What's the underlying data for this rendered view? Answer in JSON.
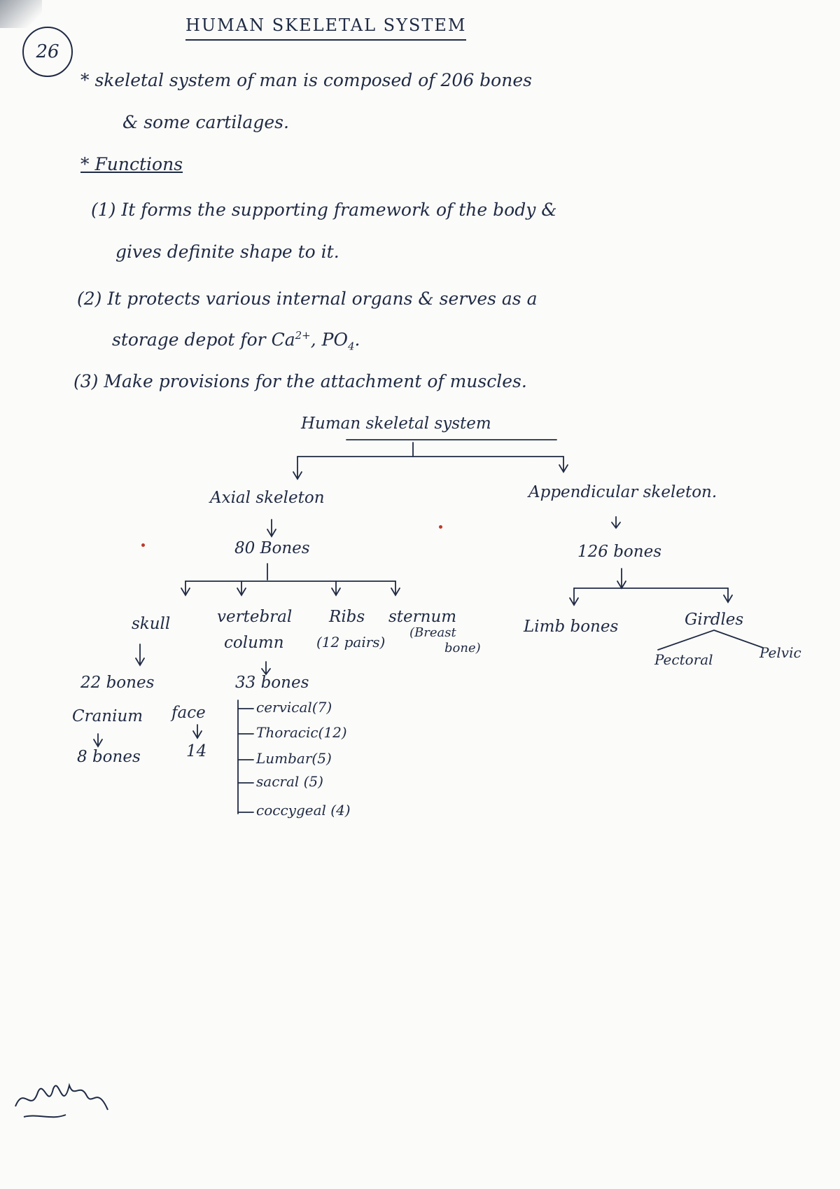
{
  "page": {
    "number": "26",
    "title": "HUMAN SKELETAL SYSTEM"
  },
  "intro": {
    "line1": "* skeletal system of man is composed of 206 bones",
    "line2": "& some cartilages."
  },
  "functions": {
    "heading": "* Functions",
    "items": [
      {
        "line1": "(1) It forms the supporting framework of the body &",
        "line2": "gives definite shape to it."
      },
      {
        "line1": "(2) It protects various internal organs & serves as a",
        "line2_a": "storage depot for Ca",
        "line2_sup": "2+",
        "line2_b": ", PO",
        "line2_sub": "4",
        "line2_c": "."
      },
      {
        "line1": "(3) Make provisions for the attachment of muscles."
      }
    ]
  },
  "tree": {
    "root": "Human skeletal system",
    "axial": {
      "label": "Axial skeleton",
      "count": "80 Bones",
      "children": {
        "skull": {
          "label": "skull",
          "count": "22 bones",
          "cranium": "Cranium",
          "face": "face",
          "cranium_count": "8 bones",
          "face_count": "14"
        },
        "vertebral": {
          "label_1": "vertebral",
          "label_2": "column",
          "count": "33 bones",
          "regions": [
            "cervical(7)",
            "Thoracic(12)",
            "Lumbar(5)",
            "sacral (5)",
            "coccygeal (4)"
          ]
        },
        "ribs": {
          "label": "Ribs",
          "pairs": "(12 pairs)"
        },
        "sternum": {
          "label": "sternum",
          "note_1": "(Breast",
          "note_2": "bone)"
        }
      }
    },
    "appendicular": {
      "label": "Appendicular skeleton.",
      "count": "126 bones",
      "children": {
        "limb": {
          "label": "Limb bones"
        },
        "girdles": {
          "label": "Girdles",
          "pectoral": "Pectoral",
          "pelvic": "Pelvic"
        }
      }
    }
  }
}
